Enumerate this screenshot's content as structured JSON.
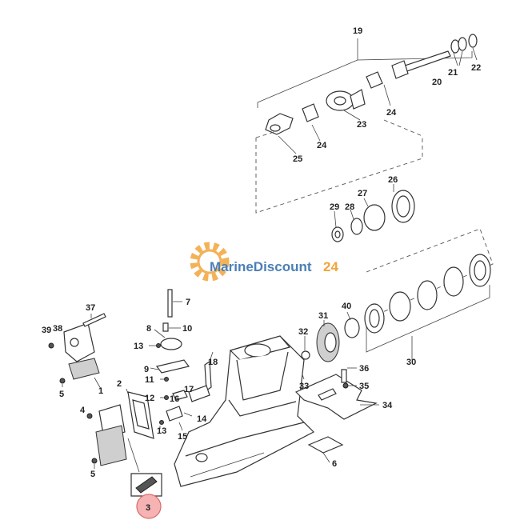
{
  "watermark": {
    "brand_text": "MarineDiscount",
    "brand_number": "24",
    "brand_color": "#4a7fb5",
    "number_color": "#f2a43a",
    "gear_color": "#f2a43a"
  },
  "highlight": {
    "part": "3",
    "color": "#f6b3b3",
    "stroke": "#d96b6b"
  },
  "labels": {
    "l1": "1",
    "l2": "2",
    "l3": "3",
    "l4": "4",
    "l5a": "5",
    "l5b": "5",
    "l6": "6",
    "l7": "7",
    "l8": "8",
    "l9": "9",
    "l10": "10",
    "l11": "11",
    "l12": "12",
    "l13a": "13",
    "l13b": "13",
    "l14": "14",
    "l15": "15",
    "l16": "16",
    "l17": "17",
    "l18": "18",
    "l19": "19",
    "l20": "20",
    "l21": "21",
    "l22": "22",
    "l23": "23",
    "l24a": "24",
    "l24b": "24",
    "l25": "25",
    "l26": "26",
    "l27": "27",
    "l28": "28",
    "l29": "29",
    "l30": "30",
    "l31": "31",
    "l32": "32",
    "l33": "33",
    "l34": "34",
    "l35": "35",
    "l36": "36",
    "l37": "37",
    "l38": "38",
    "l39": "39",
    "l40": "40"
  }
}
